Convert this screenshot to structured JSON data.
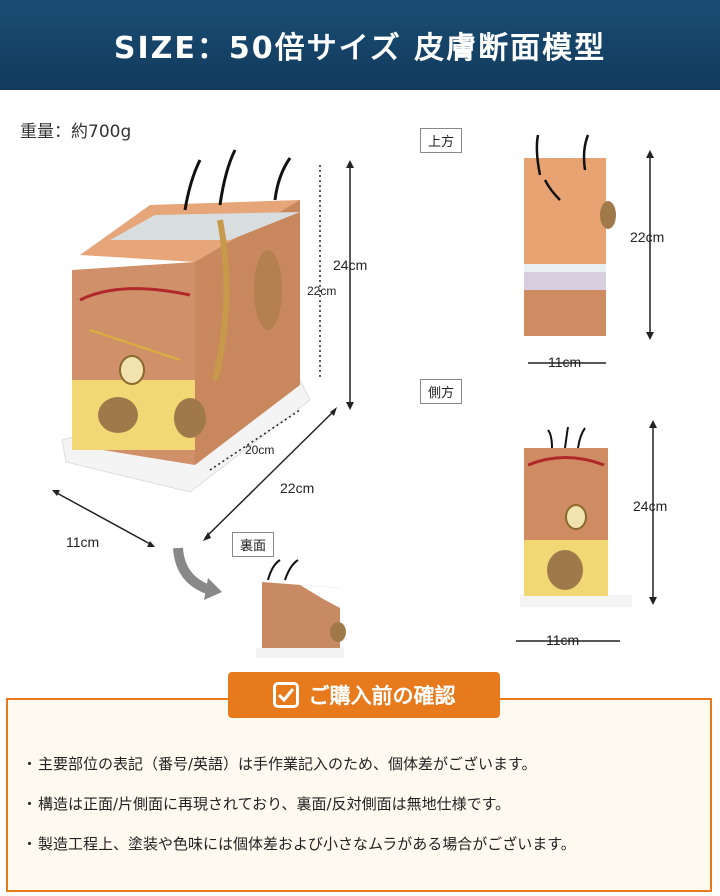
{
  "banner": {
    "title": "SIZE：50倍サイズ 皮膚断面模型"
  },
  "weight": "重量：約700g",
  "views": {
    "top_label": "上方",
    "side_label": "側方",
    "back_label": "裏面"
  },
  "main_dims": {
    "height_outer": "24cm",
    "height_inner": "22cm",
    "depth_outer": "22cm",
    "depth_inner": "20cm",
    "width": "11cm"
  },
  "top_dims": {
    "height": "22cm",
    "width": "11cm"
  },
  "side_dims": {
    "height": "24cm",
    "width": "11cm"
  },
  "notice": {
    "title": "ご購入前の確認",
    "bullet": "・",
    "items": [
      "主要部位の表記（番号/英語）は手作業記入のため、個体差がございます。",
      "構造は正面/片側面に再現されており、裏面/反対側面は無地仕様です。",
      "製造工程上、塗装や色味には個体差および小さなムラがある場合がございます。"
    ]
  },
  "colors": {
    "banner": "#1a4d74",
    "accent": "#e87a1e",
    "skin": "#d9956a",
    "fat": "#f1d874"
  }
}
